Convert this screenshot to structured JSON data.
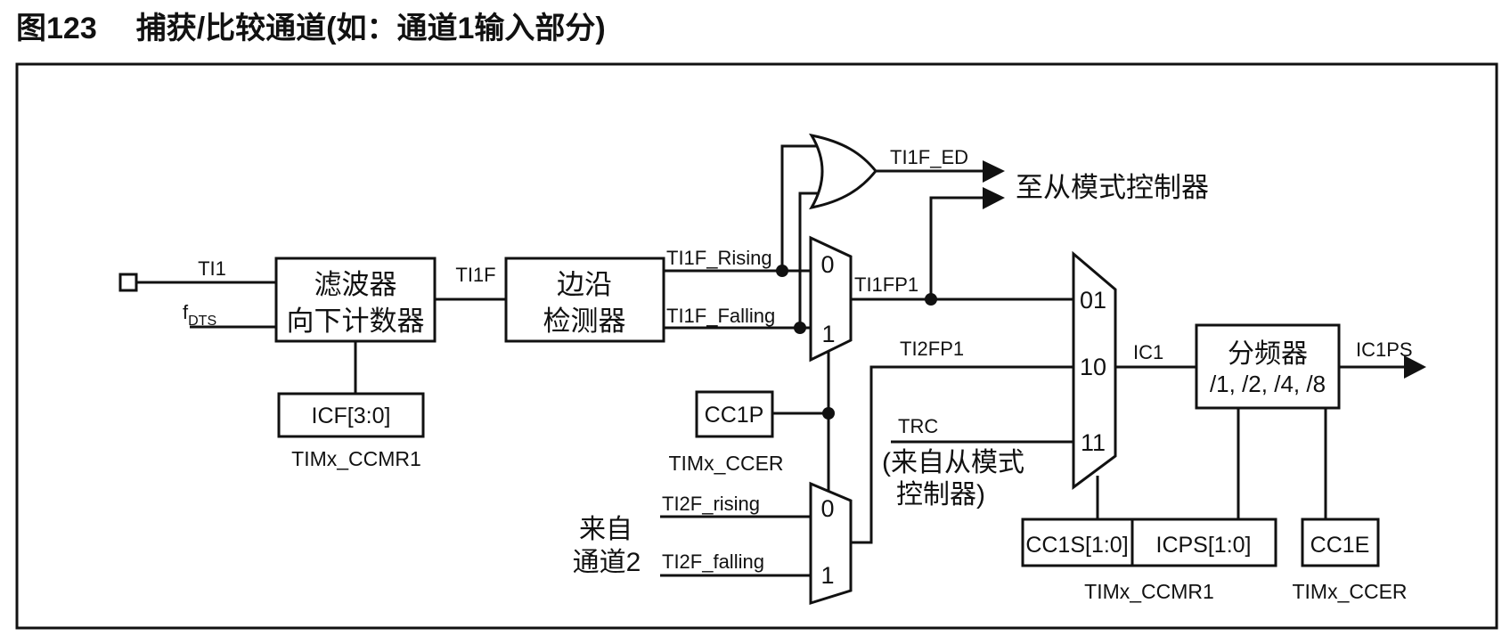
{
  "figure": {
    "number": "图123",
    "title": "捕获/比较通道(如：通道1输入部分)"
  },
  "colors": {
    "ink": "#111111",
    "background": "#ffffff"
  },
  "blocks": {
    "filter": {
      "line1": "滤波器",
      "line2": "向下计数器"
    },
    "edge_detector": {
      "line1": "边沿",
      "line2": "检测器"
    },
    "prescaler": {
      "line1": "分频器",
      "line2": "/1, /2, /4, /8"
    },
    "icf_field": "ICF[3:0]",
    "icf_register": "TIMx_CCMR1",
    "cc1p_field": "CC1P",
    "cc1p_register": "TIMx_CCER",
    "cc1s_field": "CC1S[1:0]",
    "icps_field": "ICPS[1:0]",
    "cc1e_field": "CC1E",
    "ccmr1_register": "TIMx_CCMR1",
    "ccer_register": "TIMx_CCER"
  },
  "signals": {
    "ti1": "TI1",
    "fdts_base": "f",
    "fdts_sub": "DTS",
    "ti1f": "TI1F",
    "ti1f_rising": "TI1F_Rising",
    "ti1f_falling": "TI1F_Falling",
    "ti1f_ed": "TI1F_ED",
    "to_slave_mode": "至从模式控制器",
    "ti1fp1": "TI1FP1",
    "ti2fp1": "TI2FP1",
    "trc": "TRC",
    "trc_note_line1": "(来自从模式",
    "trc_note_line2": "控制器)",
    "from_channel2_line1": "来自",
    "from_channel2_line2": "通道2",
    "ti2f_rising": "TI2F_rising",
    "ti2f_falling": "TI2F_falling",
    "ic1": "IC1",
    "ic1ps": "IC1PS"
  },
  "mux": {
    "edge_mux1": {
      "in0": "0",
      "in1": "1"
    },
    "edge_mux2": {
      "in0": "0",
      "in1": "1"
    },
    "input_mux": {
      "in01": "01",
      "in10": "10",
      "in11": "11"
    }
  }
}
